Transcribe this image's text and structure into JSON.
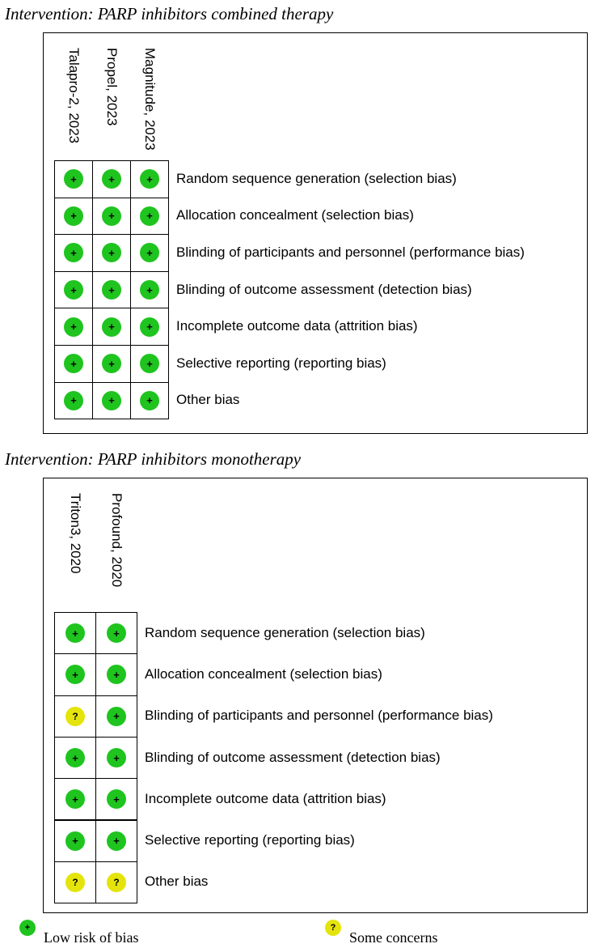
{
  "chart_data": [
    {
      "type": "table",
      "title": "Intervention: PARP inhibitors combined therapy",
      "studies": [
        "Talapro-2, 2023",
        "Propel, 2023",
        "Magnitude, 2023"
      ],
      "domains": [
        "Random sequence generation (selection bias)",
        "Allocation concealment (selection bias)",
        "Blinding of participants and personnel (performance bias)",
        "Blinding of outcome assessment (detection bias)",
        "Incomplete outcome data (attrition bias)",
        "Selective reporting (reporting bias)",
        "Other bias"
      ],
      "judgements": [
        [
          "low",
          "low",
          "low"
        ],
        [
          "low",
          "low",
          "low"
        ],
        [
          "low",
          "low",
          "low"
        ],
        [
          "low",
          "low",
          "low"
        ],
        [
          "low",
          "low",
          "low"
        ],
        [
          "low",
          "low",
          "low"
        ],
        [
          "low",
          "low",
          "low"
        ]
      ]
    },
    {
      "type": "table",
      "title": "Intervention: PARP inhibitors monotherapy",
      "studies": [
        "Triton3, 2020",
        "Profound, 2020"
      ],
      "domains": [
        "Random sequence generation (selection bias)",
        "Allocation concealment (selection bias)",
        "Blinding of participants and personnel (performance bias)",
        "Blinding of outcome assessment (detection bias)",
        "Incomplete outcome data (attrition bias)",
        "Selective reporting (reporting bias)",
        "Other bias"
      ],
      "judgements": [
        [
          "low",
          "low"
        ],
        [
          "low",
          "low"
        ],
        [
          "some",
          "low"
        ],
        [
          "low",
          "low"
        ],
        [
          "low",
          "low"
        ],
        [
          "low",
          "low"
        ],
        [
          "some",
          "some"
        ]
      ]
    }
  ],
  "symbols": {
    "low": "+",
    "some": "?"
  },
  "colors": {
    "low": "#1fc41f",
    "some": "#e4e40c"
  },
  "legend": {
    "low": {
      "symbol": "+",
      "label": "Low risk of bias"
    },
    "some": {
      "symbol": "?",
      "label": "Some concerns"
    }
  }
}
